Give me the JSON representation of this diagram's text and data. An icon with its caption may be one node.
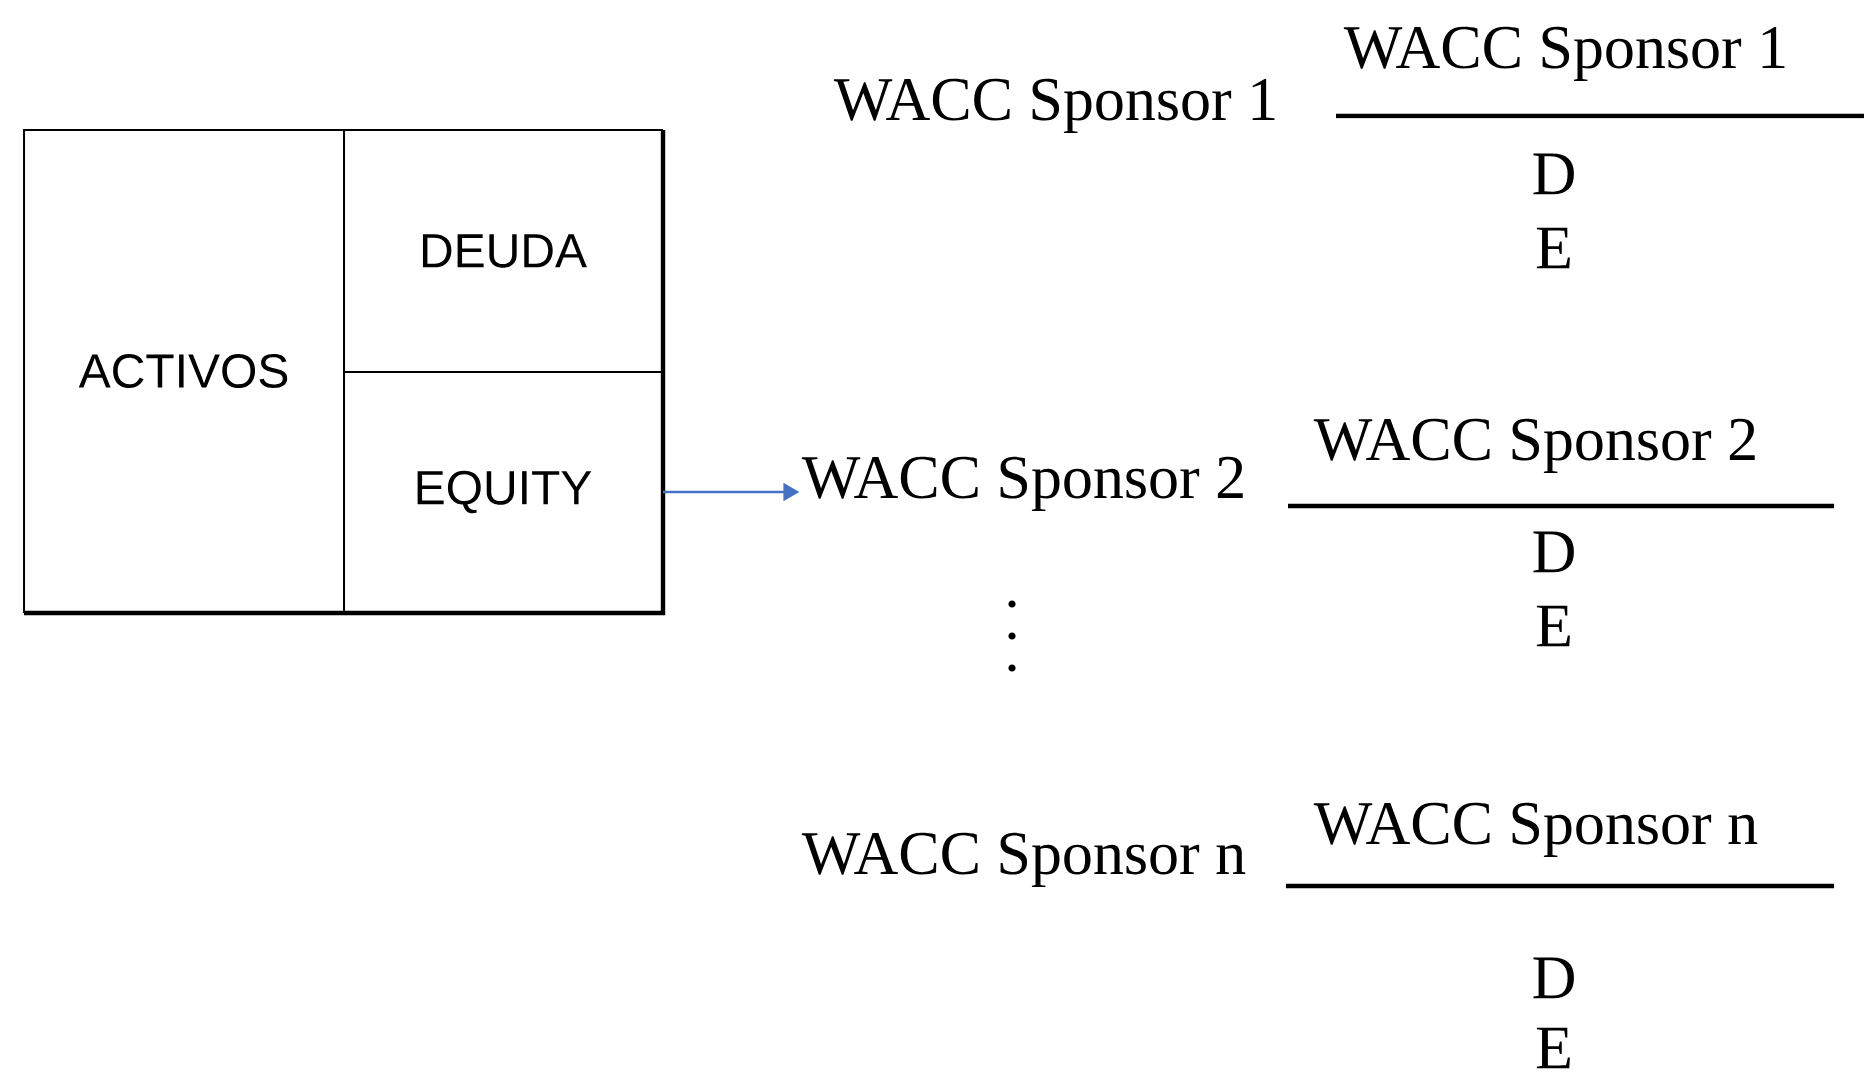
{
  "diagram": {
    "nodes": [
      {
        "text": [
          "ACTIVOS"
        ]
      },
      {
        "text": [
          "DEUDA"
        ]
      },
      {
        "text": [
          "EQUITY"
        ]
      },
      {
        "text": [
          "WACC Sponsor 2"
        ]
      }
    ],
    "edges": [
      {
        "from": 2,
        "to": 3,
        "arrow": "to",
        "color": "#4472c4"
      }
    ],
    "labels": [
      "WACC Sponsor 1",
      "WACC Sponsor 1",
      "D",
      "E",
      "WACC Sponsor 2",
      "D",
      "E",
      "WACC Sponsor n",
      "WACC Sponsor n",
      "D",
      "E"
    ]
  }
}
